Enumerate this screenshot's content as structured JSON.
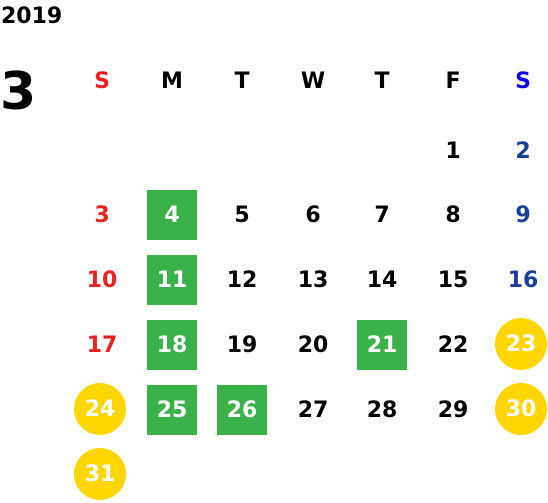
{
  "year": "2019",
  "month": "3",
  "weekdays": [
    "S",
    "M",
    "T",
    "W",
    "T",
    "F",
    "S"
  ],
  "colors": {
    "sunday": "#e8221f",
    "saturday": "#1c3f96",
    "green_highlight": "#3bb14a",
    "yellow_highlight": "#ffd600"
  },
  "weeks": [
    [
      "",
      "",
      "",
      "",
      "",
      "1",
      "2"
    ],
    [
      "3",
      "4",
      "5",
      "6",
      "7",
      "8",
      "9"
    ],
    [
      "10",
      "11",
      "12",
      "13",
      "14",
      "15",
      "16"
    ],
    [
      "17",
      "18",
      "19",
      "20",
      "21",
      "22",
      "23"
    ],
    [
      "24",
      "25",
      "26",
      "27",
      "28",
      "29",
      "30"
    ],
    [
      "31",
      "",
      "",
      "",
      "",
      "",
      ""
    ]
  ],
  "highlights": {
    "green": [
      "4",
      "11",
      "18",
      "21",
      "25",
      "26"
    ],
    "yellow": [
      "23",
      "24",
      "30",
      "31"
    ]
  }
}
